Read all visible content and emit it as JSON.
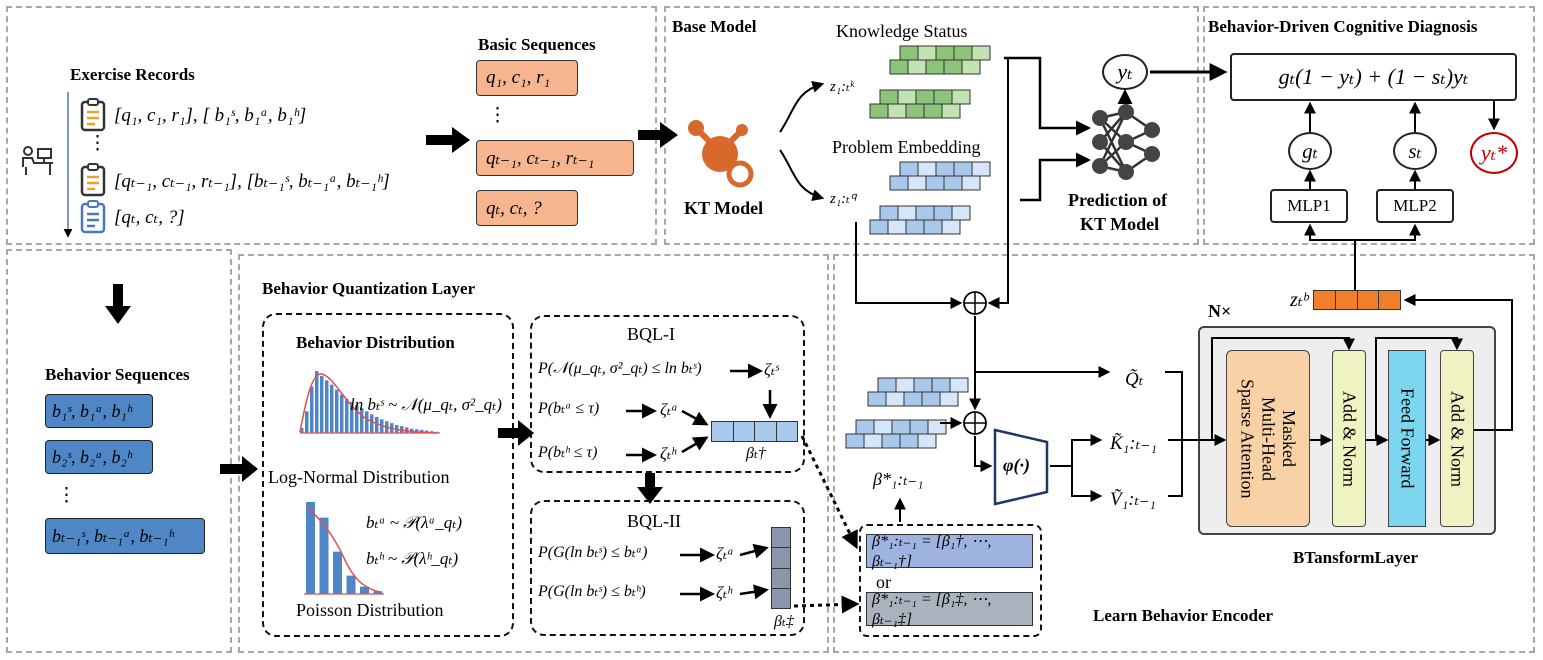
{
  "colors": {
    "orange": "#f6b58f",
    "blue": "#4f86c6",
    "green": "#8cc47a",
    "lightblue": "#a8c8ec",
    "kt": "#d9682c",
    "attn": "#f9d1a6",
    "addnorm": "#eff3c2",
    "ff": "#7dd6ef",
    "beta1": "#9fb3e0",
    "beta2": "#a9b2bd",
    "red": "#c00000"
  },
  "panels": {
    "base_model": "Base Model",
    "cognitive": "Behavior-Driven Cognitive Diagnosis",
    "bql_layer": "Behavior Quantization Layer",
    "encoder": "Learn Behavior Encoder"
  },
  "records": {
    "title": "Exercise Records",
    "icon": "student-at-desk-icon",
    "row1": "[q₁, c₁, r₁], [ b₁ˢ, b₁ᵃ, b₁ʰ]",
    "ellipsis": "⋮",
    "row2": "[qₜ₋₁, cₜ₋₁, rₜ₋₁], [bₜ₋₁ˢ, bₜ₋₁ᵃ, bₜ₋₁ʰ]",
    "row3": "[qₜ, cₜ, ?]"
  },
  "basic": {
    "title": "Basic Sequences",
    "items": [
      "q₁, c₁, r₁",
      "qₜ₋₁, cₜ₋₁, rₜ₋₁",
      "qₜ, cₜ, ?"
    ],
    "ellipsis": "⋮"
  },
  "behavior": {
    "title": "Behavior Sequences",
    "items": [
      "b₁ˢ, b₁ᵃ, b₁ʰ",
      "b₂ˢ, b₂ᵃ, b₂ʰ",
      "bₜ₋₁ˢ, bₜ₋₁ᵃ, bₜ₋₁ʰ"
    ],
    "ellipsis": "⋮"
  },
  "kt": {
    "label": "KT Model",
    "knowledge": "Knowledge Status",
    "problem": "Problem Embedding",
    "zk": "z₁:ₜᵏ",
    "zq": "z₁:ₜ𐞥",
    "y": "yₜ",
    "prediction_1": "Prediction of",
    "prediction_2": "KT Model"
  },
  "diag": {
    "formula": "gₜ(1 − yₜ) + (1 − sₜ)yₜ",
    "g": "gₜ",
    "s": "sₜ",
    "ystar": "yₜ*",
    "mlp1": "MLP1",
    "mlp2": "MLP2"
  },
  "dist": {
    "title": "Behavior Distribution",
    "lognormal_eq": "ln bₜˢ ~ 𝒩(μ_qₜ, σ²_qₜ)",
    "lognormal": "Log-Normal Distribution",
    "poisson_eq1": "bₜᵃ ~ 𝒫(λᵃ_qₜ)",
    "poisson_eq2": "bₜʰ ~ 𝒫(λʰ_qₜ)",
    "poisson": "Poisson Distribution",
    "lognormal_bars": [
      0.08,
      0.35,
      0.75,
      1.0,
      0.92,
      0.85,
      0.78,
      0.7,
      0.62,
      0.55,
      0.5,
      0.45,
      0.4,
      0.35,
      0.3,
      0.26,
      0.22,
      0.19,
      0.16,
      0.13,
      0.11,
      0.09,
      0.07,
      0.06,
      0.05,
      0.04,
      0.03,
      0.02
    ],
    "poisson_bars": [
      1.0,
      0.83,
      0.46,
      0.2,
      0.08,
      0.03
    ]
  },
  "bql1": {
    "title": "BQL-I",
    "row1": "P(𝒩(μ_qₜ, σ²_qₜ) ≤ ln bₜˢ)",
    "row2": "P(bₜᵃ ≤ τ)",
    "row3": "P(bₜʰ ≤ τ)",
    "z1": "ζₜˢ",
    "z2": "ζₜᵃ",
    "z3": "ζₜʰ",
    "beta": "βₜ†"
  },
  "bql2": {
    "title": "BQL-II",
    "row1": "P(G(ln bₜˢ) ≤ bₜᵃ)",
    "row2": "P(G(ln bₜˢ) ≤ bₜʰ)",
    "z1": "ζₜᵃ",
    "z2": "ζₜʰ",
    "beta": "βₜ‡"
  },
  "encoder": {
    "beta_seq": "β*₁:ₜ₋₁",
    "opt1": "β*₁:ₜ₋₁ = [β₁†, ⋯, βₜ₋₁†]",
    "or": "or",
    "opt2": "β*₁:ₜ₋₁ = [β₁‡, ⋯, βₜ₋₁‡]",
    "phi": "φ(·)",
    "q": "Q̃ₜ",
    "k": "K̃₁:ₜ₋₁",
    "v": "Ṽ₁:ₜ₋₁",
    "zb": "zₜᵇ",
    "nx": "N×",
    "attention": "Masked\nMulti-Head\nSparse Attention",
    "addnorm1": "Add & Norm",
    "ff": "Feed Forward",
    "addnorm2": "Add & Norm",
    "layer": "BTansformLayer"
  }
}
